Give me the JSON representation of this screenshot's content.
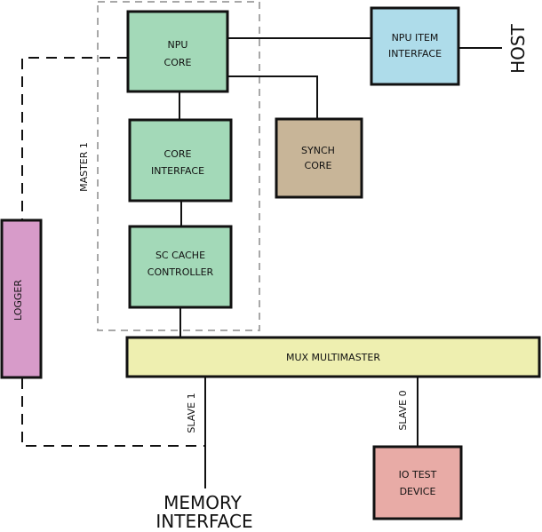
{
  "blocks": {
    "npu_core": {
      "lines": [
        "NPU",
        "CORE"
      ],
      "fill": "#a3d9b8"
    },
    "core_interface": {
      "lines": [
        "CORE",
        "INTERFACE"
      ],
      "fill": "#a3d9b8"
    },
    "sc_cache_controller": {
      "lines": [
        "SC CACHE",
        "CONTROLLER"
      ],
      "fill": "#a3d9b8"
    },
    "npu_item_interface": {
      "lines": [
        "NPU ITEM",
        "INTERFACE"
      ],
      "fill": "#aedcea"
    },
    "synch_core": {
      "lines": [
        "SYNCH",
        "CORE"
      ],
      "fill": "#c8b598"
    },
    "logger": {
      "label": "LOGGER",
      "fill": "#d79bc9"
    },
    "mux_multimaster": {
      "label": "MUX MULTIMASTER",
      "fill": "#eeefb0"
    },
    "io_test_device": {
      "lines": [
        "IO TEST",
        "DEVICE"
      ],
      "fill": "#e8aba6"
    }
  },
  "labels": {
    "master_1": "MASTER 1",
    "slave_1": "SLAVE 1",
    "slave_0": "SLAVE 0",
    "host": "HOST",
    "memory_interface": [
      "MEMORY",
      "INTERFACE"
    ]
  },
  "colors": {
    "stroke": "#111111",
    "dashed_group": "#a8a8a8",
    "dashed_logger": "#111111"
  }
}
